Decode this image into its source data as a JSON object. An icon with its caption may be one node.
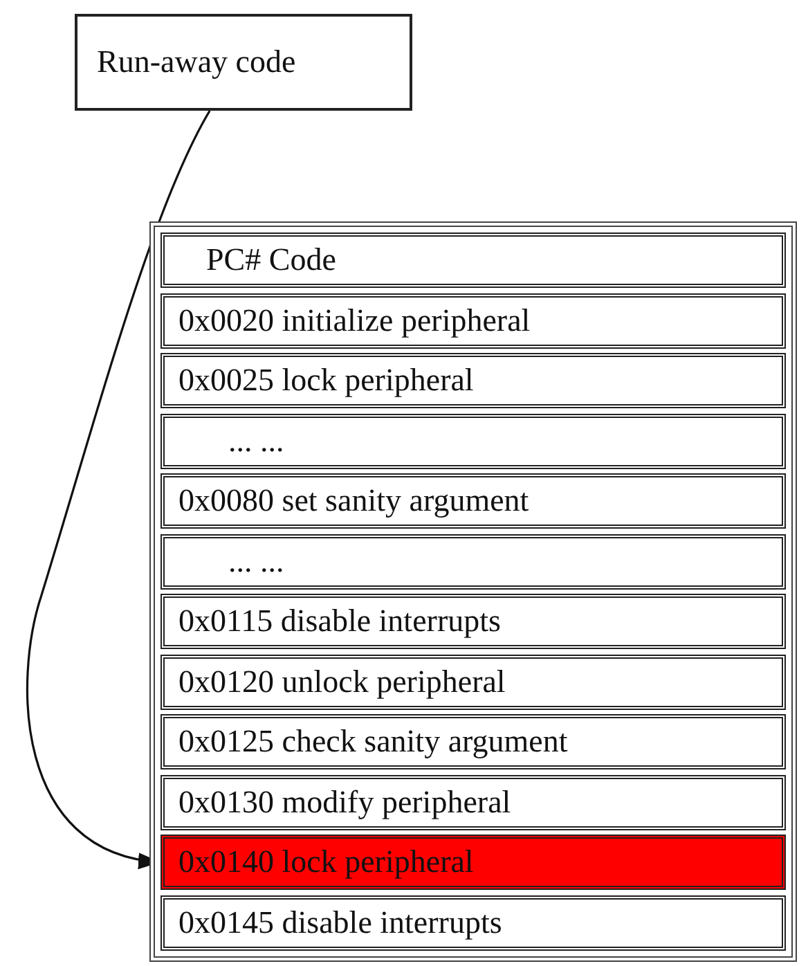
{
  "diagram": {
    "nodes": [
      {
        "text": [
          "Run-away code"
        ]
      },
      {
        "text": [],
        "shape": "box"
      },
      {
        "text": [
          "PC# Code"
        ],
        "in": 1
      },
      {
        "text": [
          "0x0020 initialize peripheral"
        ],
        "in": 1
      },
      {
        "text": [
          "0x0025 lock peripheral"
        ],
        "in": 1
      },
      {
        "text": [
          "... ..."
        ],
        "in": 1
      },
      {
        "text": [
          "0x0080 set sanity argument"
        ],
        "in": 1
      },
      {
        "text": [
          "... ..."
        ],
        "in": 1
      },
      {
        "text": [
          "0x0115 disable interrupts"
        ],
        "in": 1
      },
      {
        "text": [
          "0x0120 unlock peripheral"
        ],
        "in": 1
      },
      {
        "text": [
          "0x0125 check sanity argument"
        ],
        "in": 1
      },
      {
        "text": [
          "0x0130 modify peripheral"
        ],
        "in": 1
      },
      {
        "text": [
          "0x0140 lock peripheral"
        ],
        "in": 1
      },
      {
        "text": [
          "0x0145 disable interrupts"
        ],
        "in": 1
      }
    ],
    "edges": [
      {
        "from": 0,
        "to": 12,
        "arrow": "to"
      }
    ]
  }
}
